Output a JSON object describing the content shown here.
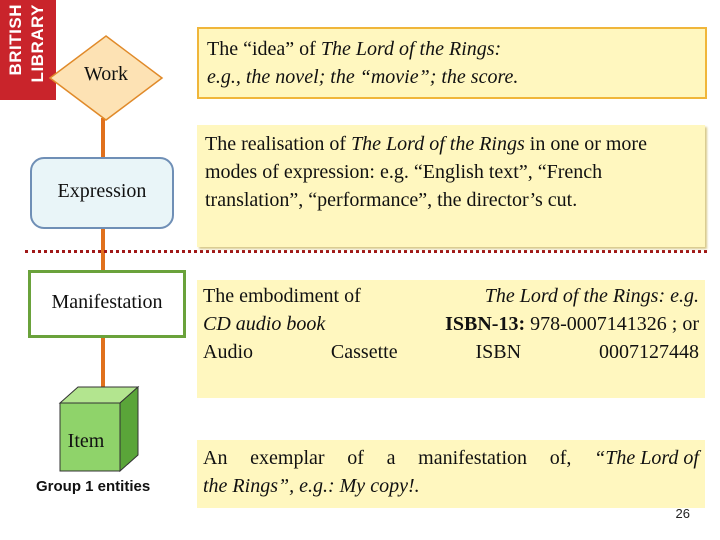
{
  "logo": {
    "line1": "BRITISH",
    "line2": "LIBRARY"
  },
  "entities": {
    "work": "Work",
    "expression": "Expression",
    "manifestation": "Manifestation",
    "item": "Item",
    "group_caption": "Group 1 entities"
  },
  "descriptions": {
    "work": {
      "line1_a": "The “idea” of ",
      "line1_b": "The Lord of the Rings:",
      "line2": "e.g., the novel; the “movie”; the score."
    },
    "expression": {
      "part_a": "The realisation of ",
      "part_b": "The Lord of the Rings",
      "part_c": " in one or more modes of expression: e.g. “English text”, “French translation”, “performance”, the director’s cut."
    },
    "manifestation": {
      "l1_a": "The embodiment of ",
      "l1_b": "The Lord of the Rings: e.g.",
      "l2_a": "CD audio book",
      "l2_b": "ISBN-13:",
      "l2_c": " 978-0007141326 ; or",
      "l3_w1": "Audio",
      "l3_w2": "Cassette",
      "l3_w3": "ISBN",
      "l3_w4": "0007127448"
    },
    "item": {
      "l1_words": [
        "An",
        "exemplar",
        "of",
        "a",
        "manifestation",
        "of,"
      ],
      "l1_ital": "“The Lord of",
      "l2_ital": "the Rings”, e.g.: My copy!."
    }
  },
  "colors": {
    "logo": "#c9242b",
    "connector": "#e0701c",
    "work_fill": "#fde2b4",
    "work_border": "#e08a2a",
    "expression_fill": "#e9f5f8",
    "expression_border": "#6f8fb6",
    "manifestation_border": "#6aa23b",
    "item_front": "#8fd36a",
    "item_side": "#5aa539",
    "item_top": "#b3e58f",
    "description_fill": "#fff7bf",
    "separator": "#a01818"
  },
  "page_number": "26"
}
